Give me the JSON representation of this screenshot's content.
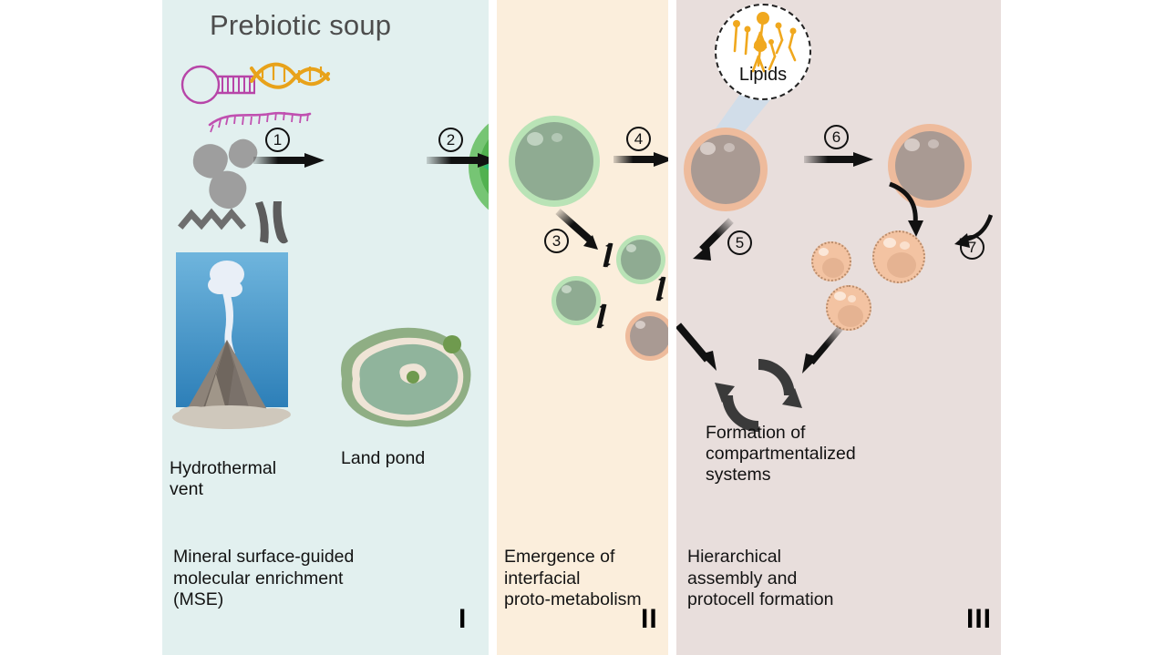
{
  "figure": {
    "title": "Origin of life pathway schematic",
    "background": "#ffffff"
  },
  "panels": [
    {
      "id": "I",
      "numeral": "I",
      "title": "Prebiotic soup",
      "caption": "Mineral surface-guided\nmolecular enrichment\n(MSE)",
      "bg_color": "#e2f0ef",
      "labels": [
        {
          "name": "hydrothermal-vent",
          "text": "Hydrothermal\nvent"
        },
        {
          "name": "land-pond",
          "text": "Land pond"
        }
      ],
      "steps": [
        "1",
        "2"
      ],
      "molecules": [
        {
          "name": "rna-hairpin",
          "color": "#b040a0"
        },
        {
          "name": "dna-double-helix",
          "color": "#e8a21a"
        },
        {
          "name": "ssrna-strand",
          "color": "#c050b0"
        },
        {
          "name": "mineral-particles",
          "color": "#9e9e9e"
        },
        {
          "name": "peptide-helix",
          "color": "#6e6e6e"
        },
        {
          "name": "peptide-strand",
          "color": "#5c5c5c"
        }
      ]
    },
    {
      "id": "II",
      "numeral": "II",
      "caption": "Emergence of\ninterfacial\nproto-metabolism",
      "bg_color": "#fbeedc",
      "steps": [
        "3",
        "4"
      ],
      "equilibrium_symbols": 3
    },
    {
      "id": "III",
      "numeral": "III",
      "caption": "Hierarchical\nassembly and\nprotocell formation",
      "bg_color": "#e8dedc",
      "steps": [
        "5",
        "6",
        "7"
      ],
      "inset": {
        "name": "lipids-inset",
        "label": "Lipids",
        "color": "#f0a81e"
      },
      "cycle_label": "Formation of\ncompartmentalized\nsystems"
    }
  ],
  "colors": {
    "panel_1_bg": "#e2f0ef",
    "panel_2_bg": "#fbeedc",
    "panel_3_bg": "#e8dedc",
    "title_text": "#4d4d4d",
    "body_text": "#141414",
    "green_vesicle_membrane": "#b9e3b6",
    "green_vesicle_core": "#8fab92",
    "protocell_membrane": "#eebb9c",
    "protocell_core": "#a99a93",
    "lipid_orange": "#f0a81e",
    "mineral_gray": "#9e9e9e",
    "arrow_black": "#111111",
    "ocean_blue": "#5fa8d3",
    "pond_green": "#8fae84",
    "pond_water": "#90b49c"
  }
}
